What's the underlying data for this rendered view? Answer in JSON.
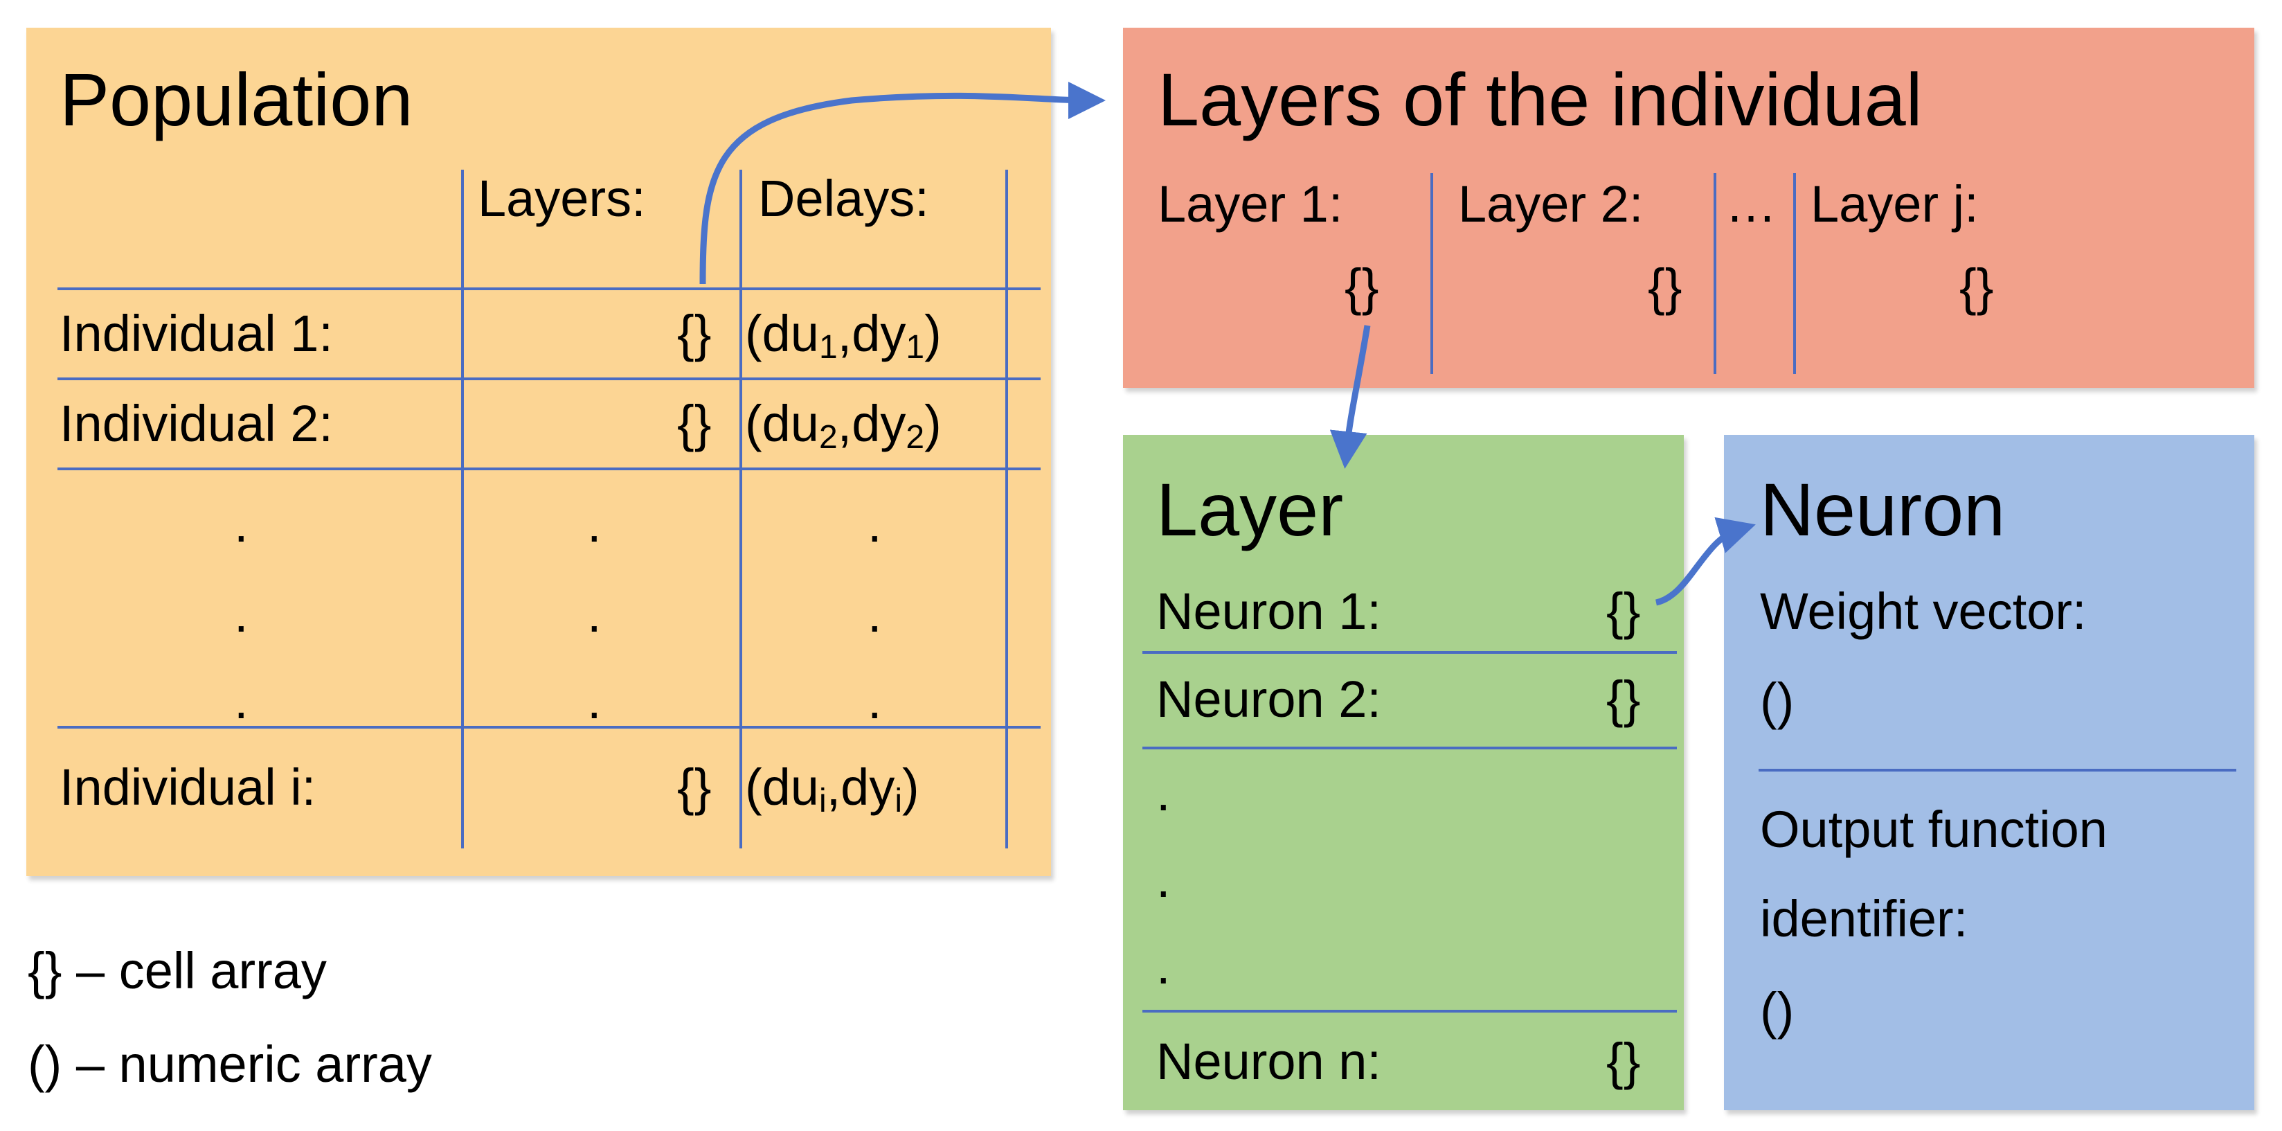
{
  "colors": {
    "population_bg": "#fcd594",
    "layers_bg": "#f2a18b",
    "layer_bg": "#a9d18e",
    "neuron_bg": "#a2bee6",
    "line": "#4a6cc2",
    "arrow": "#4a74cc"
  },
  "population": {
    "title": "Population",
    "header_layers": "Layers:",
    "header_delays": "Delays:",
    "rows": [
      {
        "label": "Individual 1:",
        "cell": "{}",
        "delay_a": "(du",
        "delay_a_sub": "1",
        "delay_b": ",dy",
        "delay_b_sub": "1",
        "delay_end": ")"
      },
      {
        "label": "Individual 2:",
        "cell": "{}",
        "delay_a": "(du",
        "delay_a_sub": "2",
        "delay_b": ",dy",
        "delay_b_sub": "2",
        "delay_end": ")"
      },
      {
        "label": "Individual i:",
        "cell": "{}",
        "delay_a": "(du",
        "delay_a_sub": "i",
        "delay_b": ",dy",
        "delay_b_sub": "i",
        "delay_end": ")"
      }
    ],
    "dot": "."
  },
  "layers_of_individual": {
    "title": "Layers of the individual",
    "layer1": "Layer 1:",
    "layer2": "Layer 2:",
    "ellipsis": "…",
    "layerj": "Layer j:",
    "cell": "{}"
  },
  "layer": {
    "title": "Layer",
    "neuron1": "Neuron 1:",
    "neuron2": "Neuron 2:",
    "neuronn": "Neuron n:",
    "cell": "{}",
    "dot": "."
  },
  "neuron": {
    "title": "Neuron",
    "weight_label": "Weight vector:",
    "weight_value": "()",
    "output_label_1": "Output function",
    "output_label_2": "identifier:",
    "output_value": "()"
  },
  "legend": {
    "cell_array": "{} – cell array",
    "numeric_array": "() – numeric array"
  }
}
